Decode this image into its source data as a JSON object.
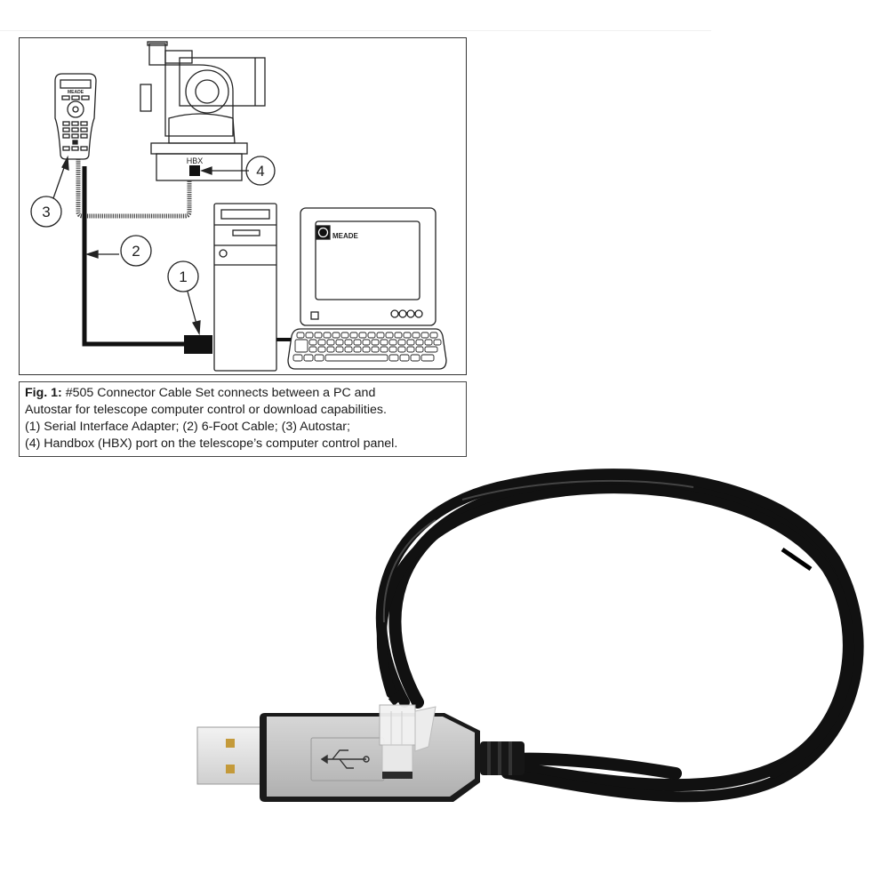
{
  "figure": {
    "labels": {
      "hbx": "HBX",
      "monitor_brand": "MEADE",
      "handbox_brand": "MEADE",
      "callout_1": "1",
      "callout_2": "2",
      "callout_3": "3",
      "callout_4": "4"
    },
    "caption": {
      "prefix": "Fig. 1:",
      "line1_rest": " #505 Connector Cable Set connects between a PC and",
      "line2": "Autostar for telescope computer control or download capabilities.",
      "line3": "(1) Serial Interface Adapter; (2) 6-Foot Cable; (3) Autostar;",
      "line4": "(4) Handbox (HBX) port on the telescope’s computer control panel."
    }
  },
  "photo": {
    "subject": "USB to RJ serial cable",
    "connector_icon": "usb-trident-icon",
    "colors": {
      "cable": "#111111",
      "housing": "#c9c9c9",
      "plug_metal": "#e4e4e4"
    }
  }
}
